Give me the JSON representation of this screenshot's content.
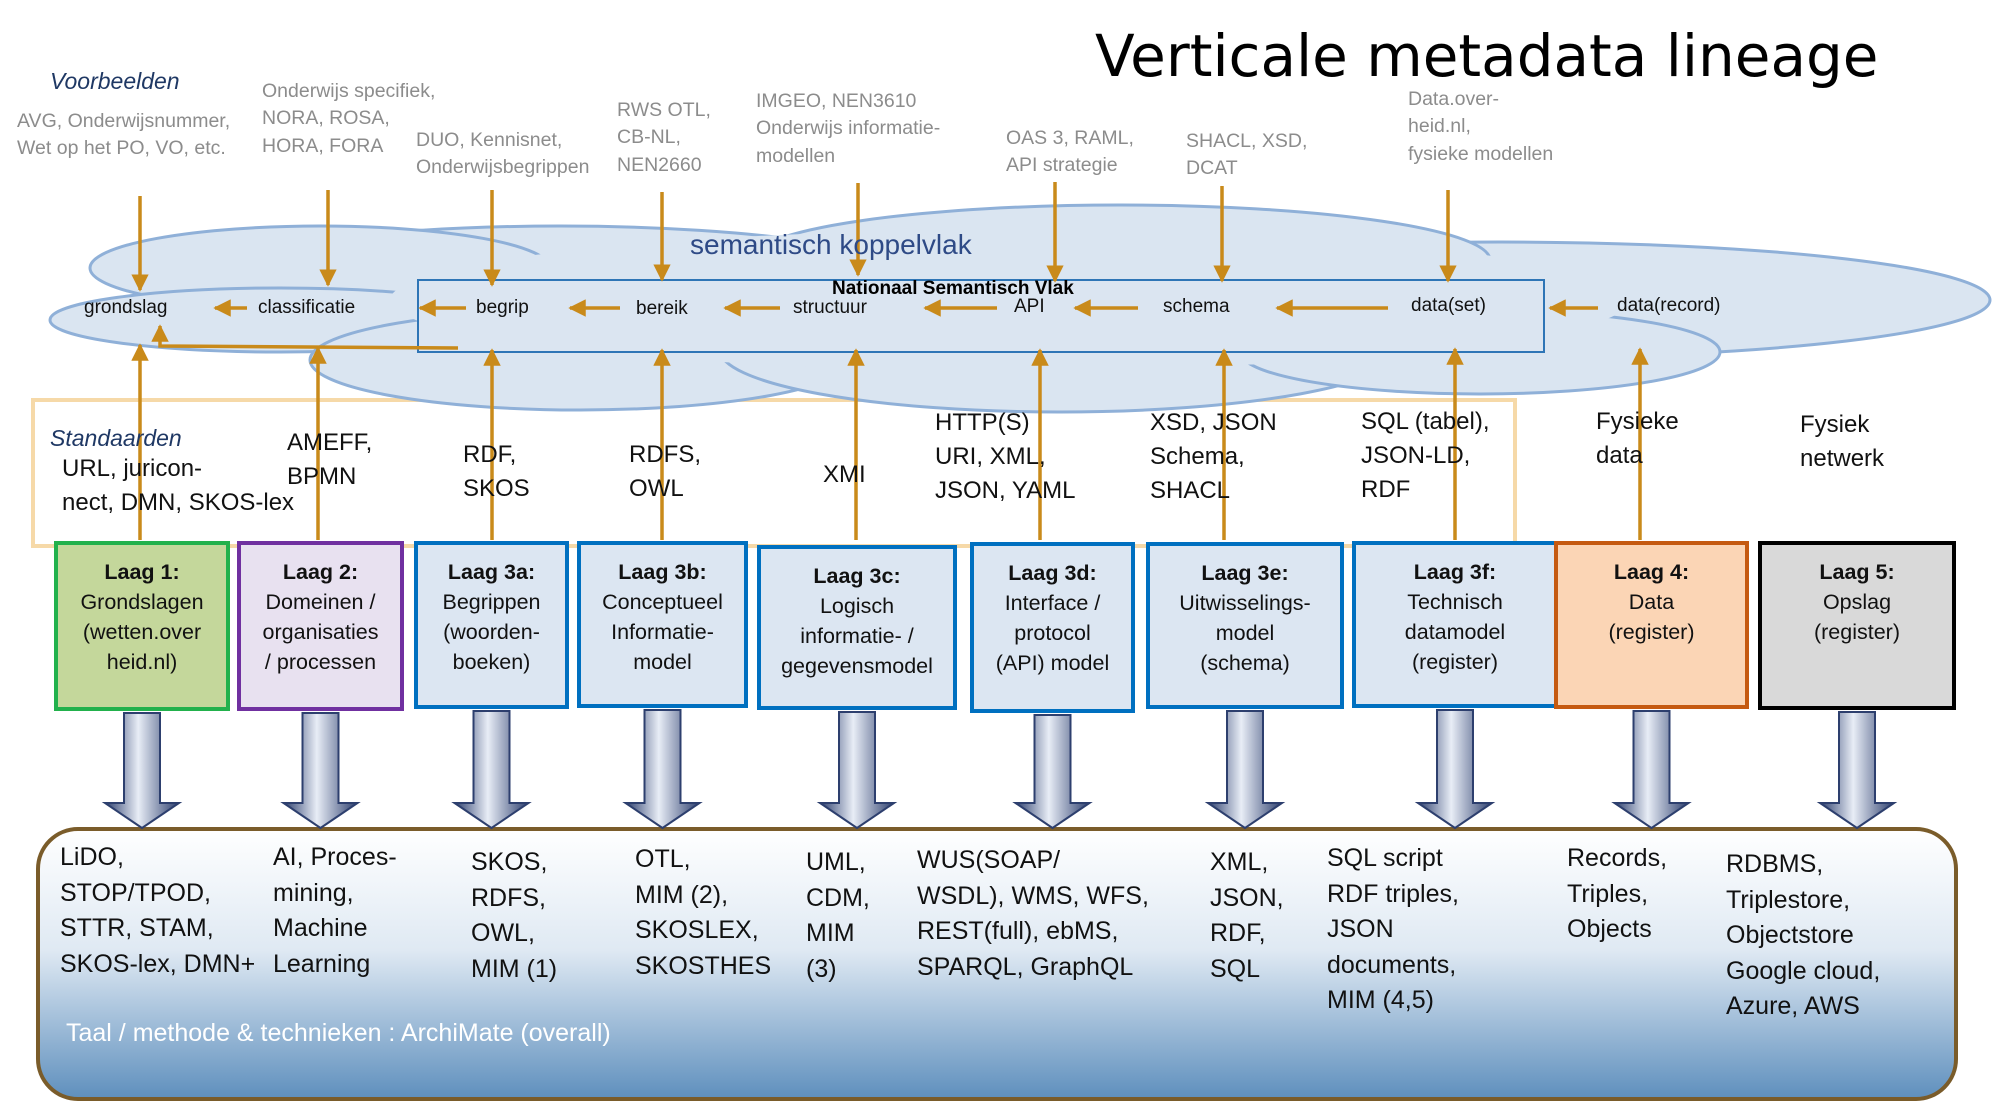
{
  "title": "Verticale metadata lineage",
  "examples_label": "Voorbeelden",
  "examples": [
    "AVG, Onderwijsnummer,\nWet op het PO, VO, etc.",
    "Onderwijs specifiek,\nNORA, ROSA,\nHORA, FORA",
    "DUO, Kennisnet,\nOnderwijsbegrippen",
    "RWS OTL,\nCB-NL,\nNEN2660",
    "IMGEO, NEN3610\nOnderwijs informatie-\nmodellen",
    "OAS 3, RAML,\nAPI strategie",
    "SHACL, XSD,\nDCAT",
    "Data.over-\nheid.nl,\nfysieke modellen"
  ],
  "koppelvlak_label": "semantisch koppelvlak",
  "nsv_label": "Nationaal Semantisch Vlak",
  "nodes": [
    "grondslag",
    "classificatie",
    "begrip",
    "bereik",
    "structuur",
    "API",
    "schema",
    "data(set)",
    "data(record)"
  ],
  "standards_label": "Standaarden",
  "standards": [
    "URL, juricon-\nnect, DMN, SKOS-lex",
    "AMEFF,\nBPMN",
    "RDF,\nSKOS",
    "RDFS,\nOWL",
    "XMI",
    "HTTP(S)\nURI, XML,\nJSON, YAML",
    "XSD, JSON\nSchema,\nSHACL",
    "SQL (tabel),\nJSON-LD,\nRDF",
    "Fysieke\ndata",
    "Fysiek\nnetwerk"
  ],
  "layers": [
    {
      "name": "Laag 1:",
      "desc": [
        "Grondslagen",
        "(wetten.over",
        "heid.nl)"
      ],
      "border": "#22b14c",
      "fill": "#c4d79b"
    },
    {
      "name": "Laag 2:",
      "desc": [
        "Domeinen /",
        "organisaties",
        "/ processen"
      ],
      "border": "#7030a0",
      "fill": "#e8e1f0"
    },
    {
      "name": "Laag 3a:",
      "desc": [
        "Begrippen",
        "(woorden-",
        "boeken)"
      ],
      "border": "#0070c0",
      "fill": "#dce6f2"
    },
    {
      "name": "Laag 3b:",
      "desc": [
        "Conceptueel",
        "Informatie-",
        "model"
      ],
      "border": "#0070c0",
      "fill": "#dce6f2"
    },
    {
      "name": "Laag 3c:",
      "desc": [
        "Logisch",
        "informatie- /",
        "gegevensmodel"
      ],
      "border": "#0070c0",
      "fill": "#dce6f2"
    },
    {
      "name": "Laag 3d:",
      "desc": [
        "Interface /",
        "protocol",
        "(API) model"
      ],
      "border": "#0070c0",
      "fill": "#dce6f2"
    },
    {
      "name": "Laag 3e:",
      "desc": [
        "Uitwisselings-",
        "model",
        "(schema)"
      ],
      "border": "#0070c0",
      "fill": "#dce6f2"
    },
    {
      "name": "Laag 3f:",
      "desc": [
        "Technisch",
        "datamodel",
        "(register)"
      ],
      "border": "#0070c0",
      "fill": "#dce6f2"
    },
    {
      "name": "Laag 4:",
      "desc": [
        "Data",
        "(register)"
      ],
      "border": "#c55a11",
      "fill": "#fbd5b5"
    },
    {
      "name": "Laag 5:",
      "desc": [
        "Opslag",
        "(register)"
      ],
      "border": "#000000",
      "fill": "#d9d9d9"
    }
  ],
  "techniques": [
    "LiDO,\nSTOP/TPOD,\nSTTR, STAM,\nSKOS-lex, DMN+",
    "AI, Proces-\nmining,\nMachine\nLearning",
    "SKOS,\nRDFS,\nOWL,\nMIM (1)",
    "OTL,\nMIM (2),\nSKOSLEX,\nSKOSTHES",
    "UML,\nCDM,\nMIM\n(3)",
    "WUS(SOAP/\nWSDL), WMS, WFS,\nREST(full), ebMS,\nSPARQL, GraphQL",
    "XML,\nJSON,\nRDF,\nSQL",
    "SQL script\nRDF triples,\nJSON\ndocuments,\nMIM (4,5)",
    "Records,\nTriples,\nObjects",
    "RDBMS,\nTriplestore,\nObjectstore\nGoogle cloud,\nAzure, AWS"
  ],
  "taal_label": "Taal / methode & technieken : ArchiMate (overall)",
  "colors": {
    "arrow": "#c98a1a",
    "cloud_fill": "#dae5f1",
    "cloud_stroke": "#8fb0d8",
    "block_arrow": "#3a4f80",
    "bottom_border": "#7a5c2a"
  }
}
